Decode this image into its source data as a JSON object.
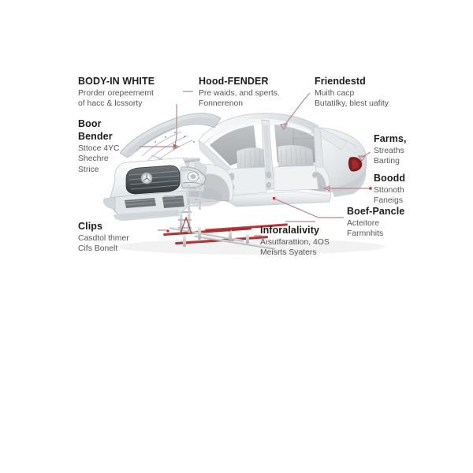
{
  "diagram": {
    "subject": "automotive body-in-white cutaway",
    "background_color": "#ffffff",
    "leader_color": "#b5898c",
    "heading_color": "#1c1c1c",
    "subtext_color": "#565656",
    "chassis_rail_color": "#b02a2a",
    "body_color": "#e9ebed"
  },
  "labels": {
    "body_in_white": {
      "title": "BODY-IN WHITE",
      "line1": "Prorder orepeememt",
      "line2": "of hacc & lcssorty"
    },
    "boor_bender": {
      "title_line1": "Boor",
      "title_line2": "Bender",
      "line1": "Sttoce 4YC",
      "line2": "Shechre",
      "line3": "Strice"
    },
    "clips": {
      "title": "Clips",
      "line1": "Casdtol thmer",
      "line2": "Cifs Bonelt"
    },
    "hood_fender": {
      "title": "Hood-FENDER",
      "line1": "Pre waids, and sperts.",
      "line2": "Fonnerenon"
    },
    "inforalalivity": {
      "title": "Inforalalivity",
      "line1": "Aısutfarattion, 4OS",
      "line2": "Meisrts Syaters"
    },
    "friendestd": {
      "title": "Friendestd",
      "line1": "Muith cacp",
      "line2": "Butatilky, blest uafity"
    },
    "farms": {
      "title": "Farms,",
      "line1": "Streaths",
      "line2": "Barting"
    },
    "boodd": {
      "title": "Boodd",
      "line1": "Sttonoth",
      "line2": "Faneigs"
    },
    "boef_pancle": {
      "title": "Boef-Pancle",
      "line1": "Acteitore",
      "line2": "Farmnhits"
    }
  }
}
